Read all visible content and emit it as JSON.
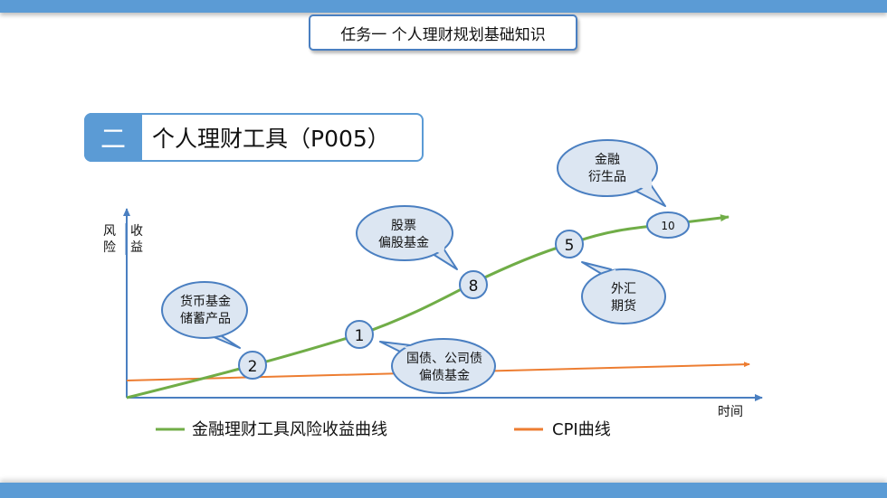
{
  "header": {
    "task_title": "任务一  个人理财规划基础知识"
  },
  "section": {
    "number": "二",
    "title": "个人理财工具（P005）"
  },
  "axes": {
    "y_label_left": [
      "风",
      "险"
    ],
    "y_label_right": [
      "收",
      "益"
    ],
    "x_label": "时间"
  },
  "nodes": [
    {
      "label": "2"
    },
    {
      "label": "1"
    },
    {
      "label": "8"
    },
    {
      "label": "5"
    },
    {
      "label": "10"
    }
  ],
  "callouts": [
    {
      "lines": [
        "货币基金",
        "储蓄产品"
      ]
    },
    {
      "lines": [
        "国债、公司债",
        "偏债基金"
      ]
    },
    {
      "lines": [
        "股票",
        "偏股基金"
      ]
    },
    {
      "lines": [
        "外汇",
        "期货"
      ]
    },
    {
      "lines": [
        "金融",
        "衍生品"
      ]
    }
  ],
  "legend": {
    "green_label": "金融理财工具风险收益曲线",
    "orange_label": "CPI曲线"
  },
  "colors": {
    "accent_blue": "#5b9bd5",
    "callout_fill": "#dce6f2",
    "callout_stroke": "#4a7fc1",
    "risk_curve": "#70ad47",
    "cpi_curve": "#ed7d31",
    "axis": "#4a7fc1"
  }
}
